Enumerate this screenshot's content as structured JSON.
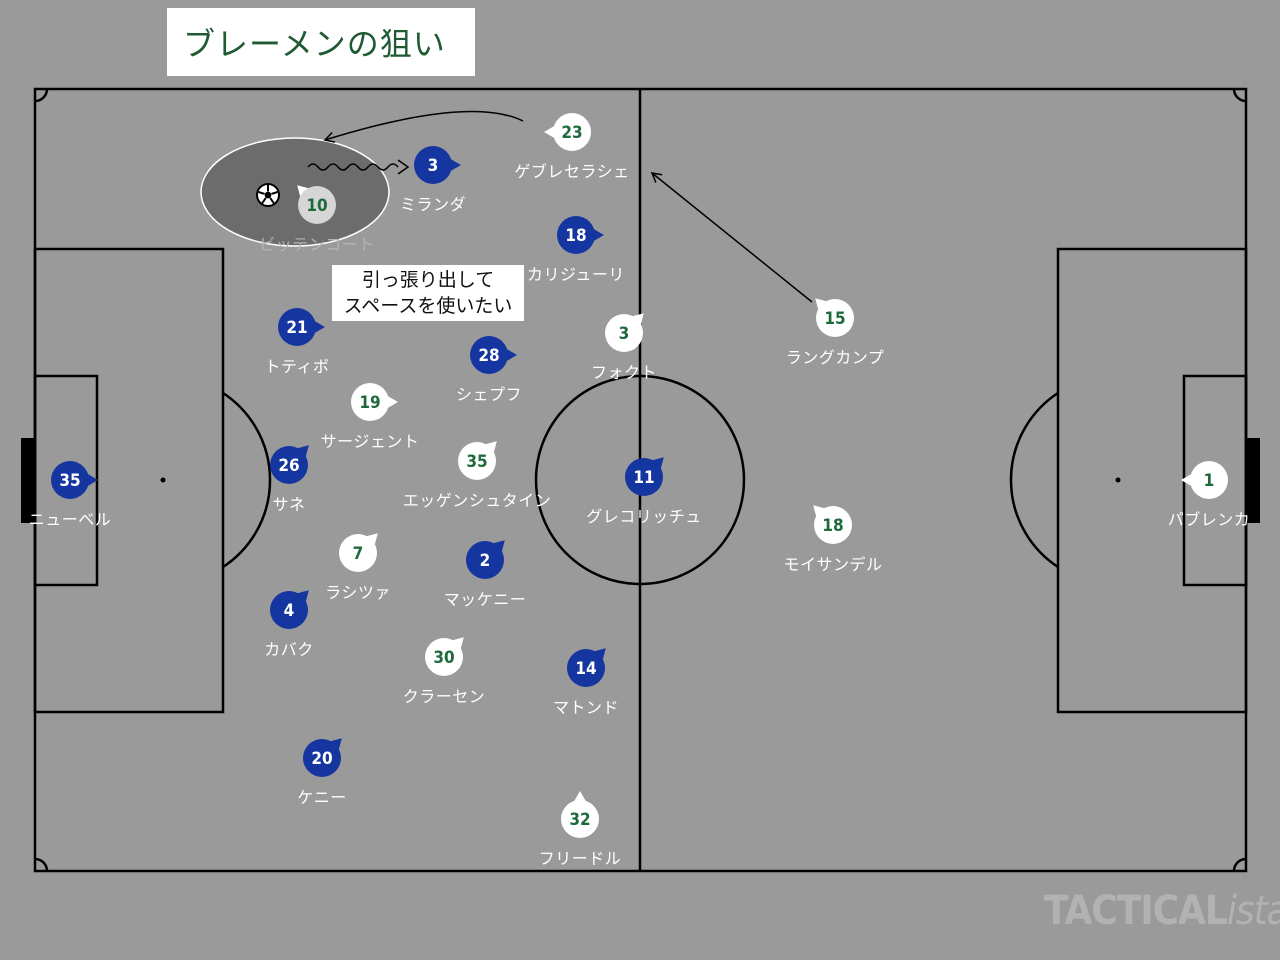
{
  "title": "ブレーメンの狙い",
  "note": "引っ張り出して\nスペースを使いたい",
  "watermark": {
    "main": "TACTICAL",
    "suffix": "ista"
  },
  "colors": {
    "pitch": "#9a9a9a",
    "team_blue": "#1535a0",
    "team_white": "#ffffff",
    "white_number": "#1f6a3a",
    "lines": "#000000"
  },
  "ball_icon": "soccer-ball-icon",
  "players": [
    {
      "team": "blue",
      "number": "3",
      "name": "ミランダ"
    },
    {
      "team": "white",
      "number": "23",
      "name": "ゲブレセラシェ"
    },
    {
      "team": "white",
      "number": "10",
      "name": "ビッテンコート",
      "highlighted": true
    },
    {
      "team": "blue",
      "number": "18",
      "name": "カリジューリ"
    },
    {
      "team": "blue",
      "number": "21",
      "name": "トティボ"
    },
    {
      "team": "white",
      "number": "3",
      "name": "フォクト"
    },
    {
      "team": "white",
      "number": "15",
      "name": "ラングカンプ"
    },
    {
      "team": "blue",
      "number": "28",
      "name": "シェプフ"
    },
    {
      "team": "white",
      "number": "19",
      "name": "サージェント"
    },
    {
      "team": "blue",
      "number": "26",
      "name": "サネ"
    },
    {
      "team": "white",
      "number": "35",
      "name": "エッゲンシュタイン"
    },
    {
      "team": "blue",
      "number": "11",
      "name": "グレコリッチュ"
    },
    {
      "team": "blue",
      "number": "35",
      "name": "ニューベル"
    },
    {
      "team": "white",
      "number": "18",
      "name": "モイサンデル"
    },
    {
      "team": "white",
      "number": "1",
      "name": "パブレンカ"
    },
    {
      "team": "white",
      "number": "7",
      "name": "ラシツァ"
    },
    {
      "team": "blue",
      "number": "2",
      "name": "マッケニー"
    },
    {
      "team": "blue",
      "number": "4",
      "name": "カバク"
    },
    {
      "team": "white",
      "number": "30",
      "name": "クラーセン"
    },
    {
      "team": "blue",
      "number": "14",
      "name": "マトンド"
    },
    {
      "team": "blue",
      "number": "20",
      "name": "ケニー"
    },
    {
      "team": "white",
      "number": "32",
      "name": "フリードル"
    }
  ]
}
